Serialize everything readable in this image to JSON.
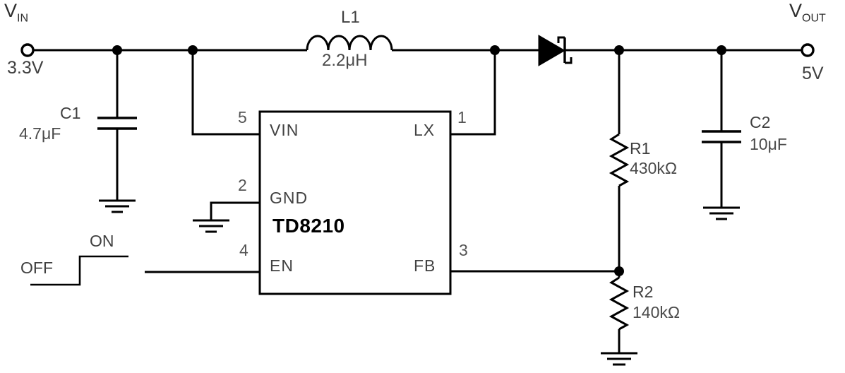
{
  "schematic": {
    "kind": "boost-converter-application-circuit"
  },
  "input": {
    "rail": "V",
    "rail_sub": "IN",
    "voltage": "3.3V"
  },
  "output": {
    "rail": "V",
    "rail_sub": "OUT",
    "voltage": "5V"
  },
  "ic": {
    "part": "TD8210",
    "pins": {
      "vin": {
        "num": "5",
        "label": "VIN"
      },
      "lx": {
        "num": "1",
        "label": "LX"
      },
      "gnd": {
        "num": "2",
        "label": "GND"
      },
      "en": {
        "num": "4",
        "label": "EN"
      },
      "fb": {
        "num": "3",
        "label": "FB"
      }
    }
  },
  "components": {
    "l1": {
      "ref": "L1",
      "value": "2.2μH"
    },
    "c1": {
      "ref": "C1",
      "value": "4.7μF"
    },
    "c2": {
      "ref": "C2",
      "value": "10μF"
    },
    "r1": {
      "ref": "R1",
      "value": "430kΩ"
    },
    "r2": {
      "ref": "R2",
      "value": "140kΩ"
    }
  },
  "enable": {
    "on": "ON",
    "off": "OFF"
  },
  "colors": {
    "wire": "#000000",
    "label_text": "#3f3f3f",
    "pin_number_text": "#555555",
    "ic_part_text": "#000000",
    "background": "#ffffff"
  }
}
